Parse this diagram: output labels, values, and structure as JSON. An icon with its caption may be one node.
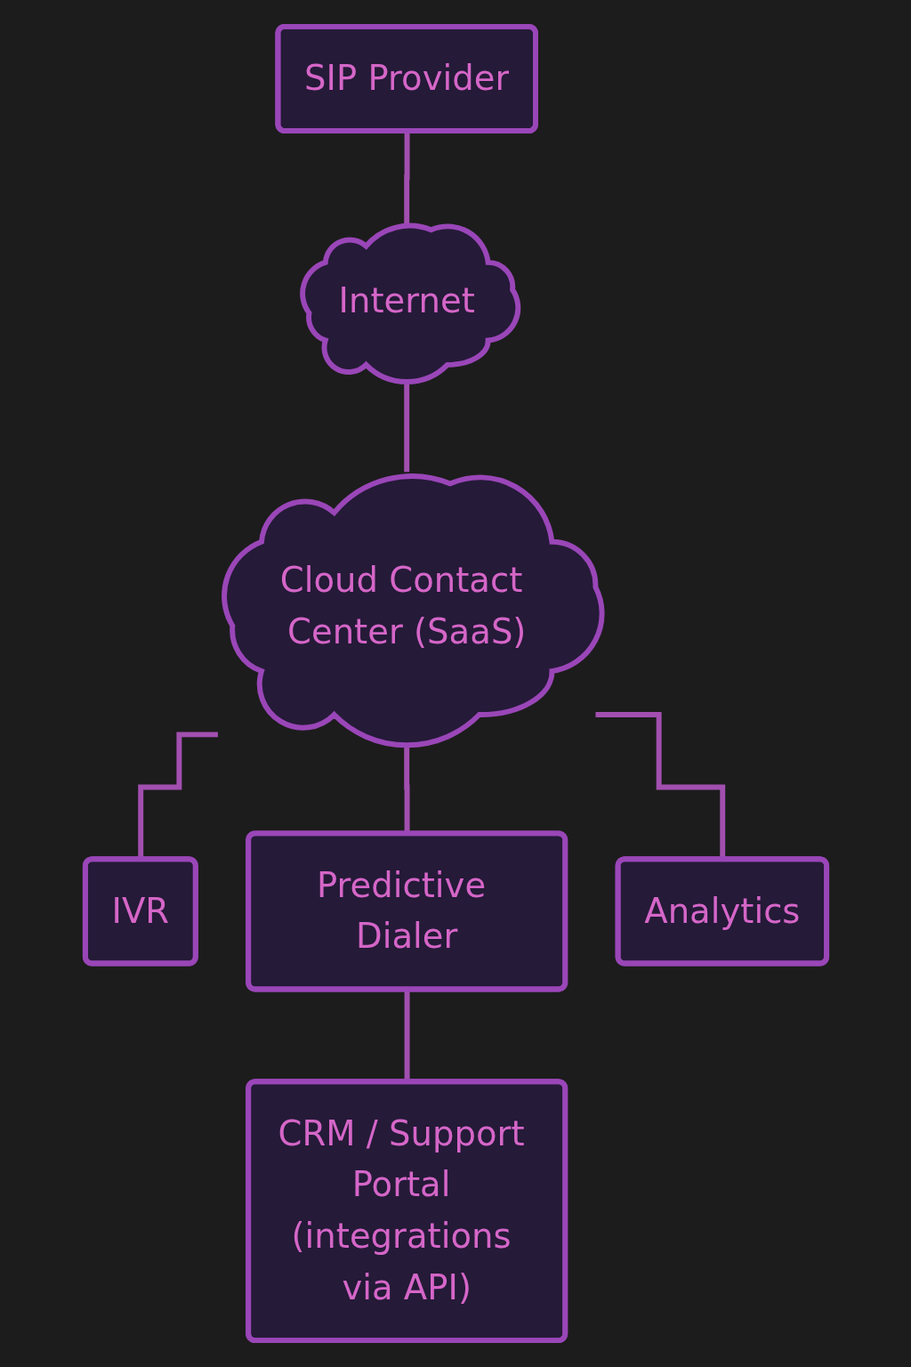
{
  "diagram": {
    "nodes": [
      {
        "text": [
          "SIP Provider"
        ]
      },
      {
        "text": [
          "Internet"
        ]
      },
      {
        "text": [
          "Cloud Contact Center (SaaS)"
        ]
      },
      {
        "text": [
          "IVR"
        ]
      },
      {
        "text": [
          "Predictive Dialer"
        ]
      },
      {
        "text": [
          "Analytics"
        ]
      },
      {
        "text": [
          "CRM / Support Portal (integrations via API)"
        ]
      }
    ],
    "edges": [
      {
        "from": 0,
        "to": 1,
        "arrow": "none"
      },
      {
        "from": 1,
        "to": 2,
        "arrow": "none"
      },
      {
        "from": 2,
        "to": 3,
        "arrow": "none"
      },
      {
        "from": 2,
        "to": 4,
        "arrow": "none"
      },
      {
        "from": 2,
        "to": 5,
        "arrow": "none"
      },
      {
        "from": 4,
        "to": 6,
        "arrow": "none"
      }
    ]
  }
}
